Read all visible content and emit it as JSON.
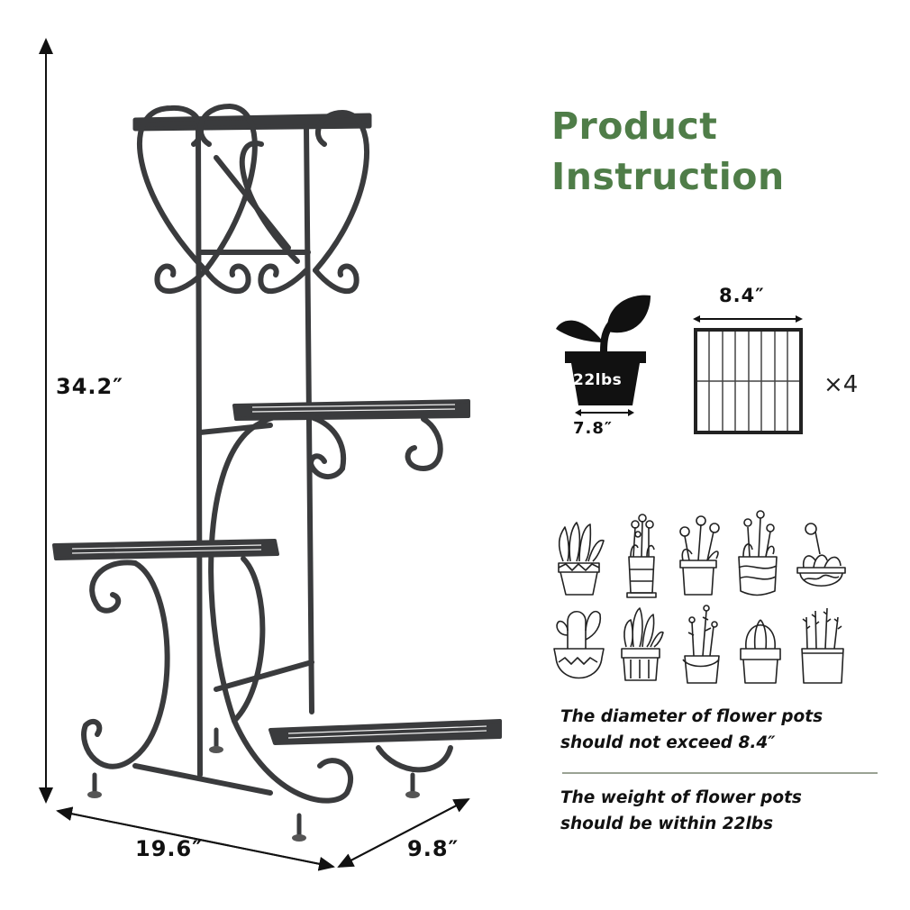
{
  "header": {
    "title_line1": "Product",
    "title_line2": "Instruction",
    "title_color": "#4f7d48"
  },
  "product_image": {
    "subject": "4-tier black metal scroll plant stand",
    "dimensions": {
      "height": "34.2″",
      "width": "19.6″",
      "depth": "9.8″"
    }
  },
  "specs": {
    "pot_icon": "potted-plant-icon",
    "pot_max_weight": "22lbs",
    "pot_base_width": "7.8″",
    "shelf_icon": "shelf-grid-icon",
    "shelf_width": "8.4″",
    "shelf_quantity": "×4"
  },
  "plant_gallery": {
    "rows": [
      [
        "succulent-zigzag-pot",
        "flowers-striped-pot",
        "flowers-plain-pot",
        "flowers-wavy-pot",
        "succulent-bowl-pot"
      ],
      [
        "cactus-zigzag-bowl",
        "aloe-ribbed-pot",
        "herb-bucket-pot",
        "round-cactus-pot",
        "lavender-pot"
      ]
    ]
  },
  "notes": [
    {
      "line1": "The diameter of flower pots",
      "line2": "should not exceed 8.4″"
    },
    {
      "line1": "The weight of flower pots",
      "line2": "should be within 22lbs"
    }
  ],
  "colors": {
    "metal": "#3a3b3d",
    "divider": "#9aa293",
    "text": "#111111"
  }
}
